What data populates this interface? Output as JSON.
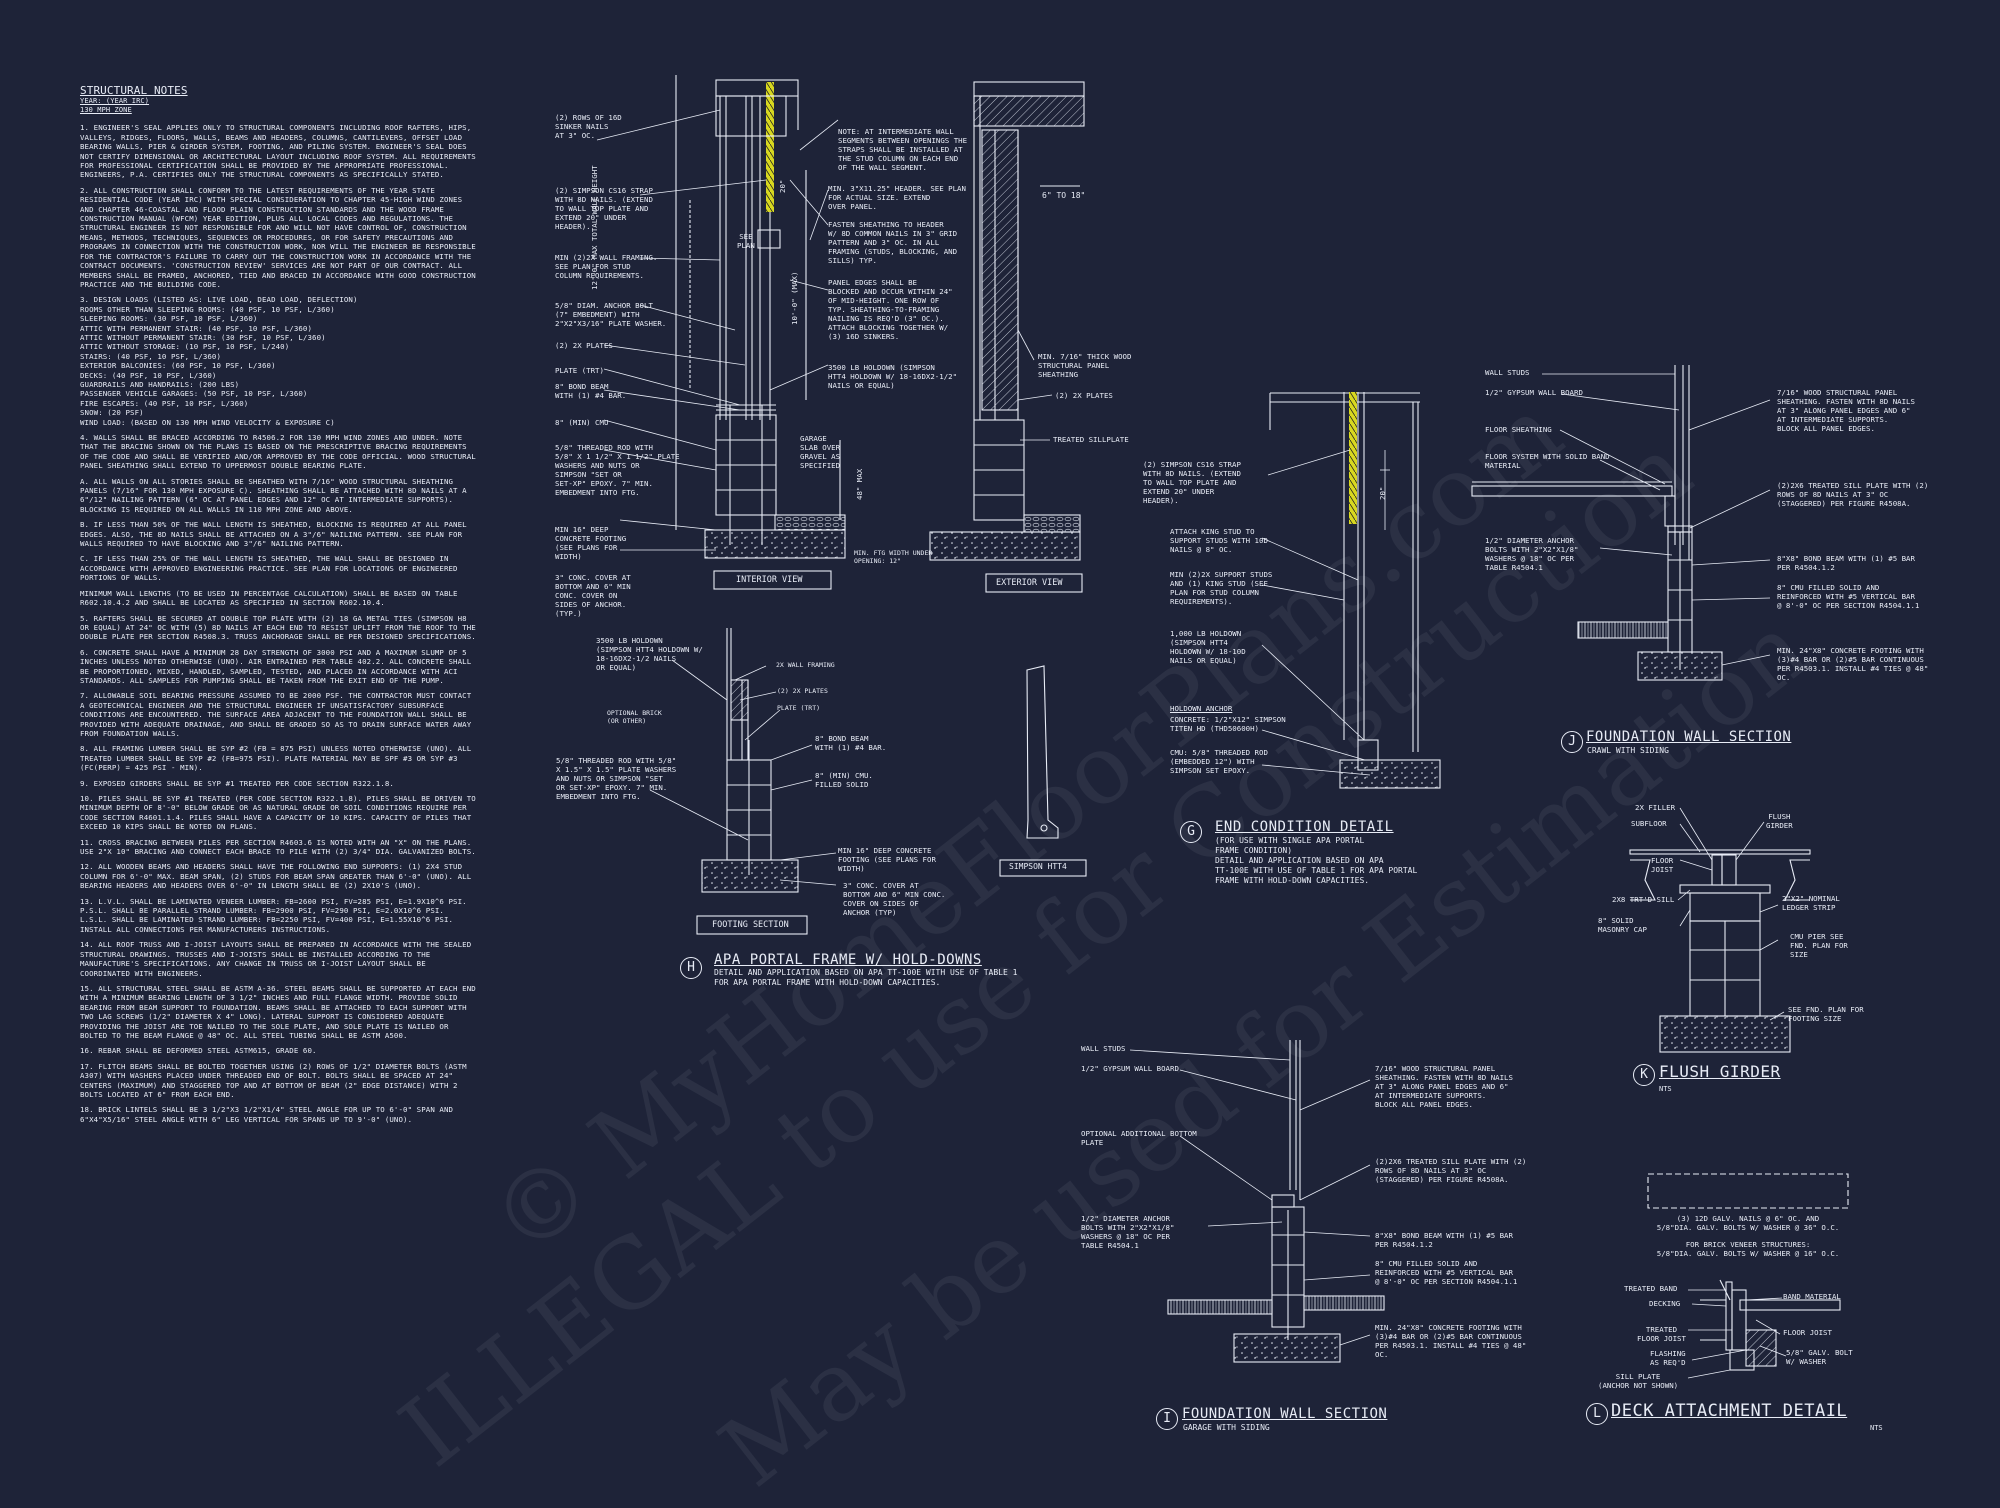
{
  "notes": {
    "heading": "STRUCTURAL NOTES",
    "year": "YEAR: (YEAR IRC)",
    "wind": "130 mph ZONE",
    "paragraphs": [
      "1. ENGINEER'S SEAL APPLIES ONLY TO STRUCTURAL COMPONENTS INCLUDING ROOF RAFTERS, HIPS, VALLEYS, RIDGES, FLOORS, WALLS, BEAMS AND HEADERS, COLUMNS, CANTILEVERS, OFFSET LOAD BEARING WALLS, PIER & GIRDER SYSTEM, FOOTING, AND PILING SYSTEM. ENGINEER'S SEAL DOES NOT CERTIFY DIMENSIONAL OR ARCHITECTURAL LAYOUT INCLUDING ROOF SYSTEM. ALL REQUIREMENTS FOR PROFESSIONAL CERTIFICATION SHALL BE PROVIDED BY THE APPROPRIATE PROFESSIONAL. ENGINEERS, P.A. CERTIFIES ONLY THE STRUCTURAL COMPONENTS AS SPECIFICALLY STATED.",
      "2. ALL CONSTRUCTION SHALL CONFORM TO THE LATEST REQUIREMENTS OF THE YEAR STATE RESIDENTIAL CODE (YEAR IRC) WITH SPECIAL CONSIDERATION TO CHAPTER 45-HIGH WIND ZONES AND CHAPTER 46-COASTAL AND FLOOD PLAIN CONSTRUCTION STANDARDS AND THE WOOD FRAME CONSTRUCTION MANUAL (WFCM) YEAR EDITION, PLUS ALL LOCAL CODES AND REGULATIONS. THE STRUCTURAL ENGINEER IS NOT RESPONSIBLE FOR AND WILL NOT HAVE CONTROL OF, CONSTRUCTION MEANS, METHODS, TECHNIQUES, SEQUENCES OR PROCEDURES, OR FOR SAFETY PRECAUTIONS AND PROGRAMS IN CONNECTION WITH THE CONSTRUCTION WORK, NOR WILL THE ENGINEER BE RESPONSIBLE FOR THE CONTRACTOR'S FAILURE TO CARRY OUT THE CONSTRUCTION WORK IN ACCORDANCE WITH THE CONTRACT DOCUMENTS. 'CONSTRUCTION REVIEW' SERVICES ARE NOT PART OF OUR CONTRACT. ALL MEMBERS SHALL BE FRAMED, ANCHORED, TIED AND BRACED IN ACCORDANCE WITH GOOD CONSTRUCTION PRACTICE AND THE BUILDING CODE.",
      "3. DESIGN LOADS (LISTED AS: LIVE LOAD, DEAD LOAD, DEFLECTION)\nROOMS OTHER THAN SLEEPING ROOMS: (40 PSF, 10 PSF, L/360)\nSLEEPING ROOMS: (30 PSF, 10 PSF, L/360)\nATTIC WITH PERMANENT STAIR: (40 PSF, 10 PSF, L/360)\nATTIC WITHOUT PERMANENT STAIR: (30 PSF, 10 PSF, L/360)\nATTIC WITHOUT STORAGE: (10 PSF, 10 PSF, L/240)\nSTAIRS: (40 PSF, 10 PSF, L/360)\nEXTERIOR BALCONIES: (60 PSF, 10 PSF, L/360)\nDECKS: (40 PSF, 10 PSF, L/360)\nGUARDRAILS AND HANDRAILS: (200 LBS)\nPASSENGER VEHICLE GARAGES: (50 PSF, 10 PSF, L/360)\nFIRE ESCAPES: (40 PSF, 10 PSF, L/360)\nSNOW: (20 PSF)\nWIND LOAD: (BASED ON 130 MPH WIND VELOCITY & EXPOSURE C)",
      "4. WALLS SHALL BE BRACED ACCORDING TO R4506.2 FOR 130 MPH WIND ZONES AND UNDER. NOTE THAT THE BRACING SHOWN ON THE PLANS IS BASED ON THE PRESCRIPTIVE BRACING REQUIREMENTS OF THE CODE AND SHALL BE VERIFIED AND/OR APPROVED BY THE CODE OFFICIAL. WOOD STRUCTURAL PANEL SHEATHING SHALL EXTEND TO UPPERMOST DOUBLE BEARING PLATE.",
      "a. ALL WALLS ON ALL STORIES SHALL BE SHEATHED WITH 7/16\" WOOD STRUCTURAL SHEATHING PANELS (7/16\" FOR 130 MPH EXPOSURE C). SHEATHING SHALL BE ATTACHED WITH 8d NAILS AT A 6\"/12\" NAILING PATTERN (6\" OC AT PANEL EDGES AND 12\" OC AT INTERMEDIATE SUPPORTS). BLOCKING IS REQUIRED ON ALL WALLS IN 110 MPH ZONE AND ABOVE.",
      "b. IF LESS THAN 50% OF THE WALL LENGTH IS SHEATHED, BLOCKING IS REQUIRED AT ALL PANEL EDGES. ALSO, THE 8d NAILS SHALL BE ATTACHED ON A 3\"/6\" NAILING PATTERN. SEE PLAN FOR WALLS REQUIRED TO HAVE BLOCKING AND 3\"/6\" NAILING PATTERN.",
      "c. IF LESS THAN 25% OF THE WALL LENGTH IS SHEATHED, THE WALL SHALL BE DESIGNED IN ACCORDANCE WITH APPROVED ENGINEERING PRACTICE. SEE PLAN FOR LOCATIONS OF ENGINEERED PORTIONS OF WALLS.",
      "MINIMUM WALL LENGTHS (TO BE USED IN PERCENTAGE CALCULATION) SHALL BE BASED ON TABLE R602.10.4.2 AND SHALL BE LOCATED AS SPECIFIED IN SECTION R602.10.4.",
      "5. RAFTERS SHALL BE SECURED AT DOUBLE TOP PLATE WITH (2) 18 GA METAL TIES (SIMPSON H8 OR EQUAL) AT 24\" OC WITH (5) 8d NAILS AT EACH END TO RESIST UPLIFT FROM THE ROOF TO THE DOUBLE PLATE PER SECTION R4508.3. TRUSS ANCHORAGE SHALL BE PER DESIGNED SPECIFICATIONS.",
      "6. CONCRETE SHALL HAVE A MINIMUM 28 DAY STRENGTH OF 3000 PSI AND A MAXIMUM SLUMP OF 5 INCHES UNLESS NOTED OTHERWISE (UNO). AIR ENTRAINED PER TABLE 402.2. ALL CONCRETE SHALL BE PROPORTIONED, MIXED, HANDLED, SAMPLED, TESTED, AND PLACED IN ACCORDANCE WITH ACI STANDARDS. ALL SAMPLES FOR PUMPING SHALL BE TAKEN FROM THE EXIT END OF THE PUMP.",
      "7. ALLOWABLE SOIL BEARING PRESSURE ASSUMED TO BE 2000 PSF. THE CONTRACTOR MUST CONTACT A GEOTECHNICAL ENGINEER AND THE STRUCTURAL ENGINEER IF UNSATISFACTORY SUBSURFACE CONDITIONS ARE ENCOUNTERED. THE SURFACE AREA ADJACENT TO THE FOUNDATION WALL SHALL BE PROVIDED WITH ADEQUATE DRAINAGE, AND SHALL BE GRADED SO AS TO DRAIN SURFACE WATER AWAY FROM FOUNDATION WALLS.",
      "8. ALL FRAMING LUMBER SHALL BE SYP #2 (Fb = 875 PSI) UNLESS NOTED OTHERWISE (UNO). ALL TREATED LUMBER SHALL BE SYP #2 (Fb=975 PSI). PLATE MATERIAL MAY BE SPF #3 OR SYP #3 (Fc(perp) = 425 PSI - MIN).",
      "9. EXPOSED GIRDERS SHALL BE SYP #1 TREATED PER CODE SECTION R322.1.8.",
      "10. PILES SHALL BE SYP #1 TREATED (PER CODE SECTION R322.1.8). PILES SHALL BE DRIVEN TO MINIMUM DEPTH OF 8'-0\" BELOW GRADE OR AS NATURAL GRADE OR SOIL CONDITIONS REQUIRE PER CODE SECTION R4601.1.4. PILES SHALL HAVE A CAPACITY OF 10 KIPS. CAPACITY OF PILES THAT EXCEED 10 KIPS SHALL BE NOTED ON PLANS.",
      "11. CROSS BRACING BETWEEN PILES PER SECTION R4603.6 IS NOTED WITH AN \"X\" ON THE PLANS. USE 2\"x 10\" BRACING AND CONNECT EACH BRACE TO PILE WITH (2) 3/4\" DIA. GALVANIZED BOLTS.",
      "12. ALL WOODEN BEAMS AND HEADERS SHALL HAVE THE FOLLOWING END SUPPORTS: (1) 2x4 STUD COLUMN FOR 6'-0\" MAX. BEAM SPAN, (2) STUDS FOR BEAM SPAN GREATER THAN 6'-0\" (UNO). ALL BEARING HEADERS AND HEADERS OVER 6'-0\" IN LENGTH SHALL BE (2) 2x10's (UNO).",
      "13. L.V.L. SHALL BE LAMINATED VENEER LUMBER: Fb=2600 PSI, Fv=285 PSI, E=1.9x10^6 PSI.\nP.S.L. SHALL BE PARALLEL STRAND LUMBER: Fb=2900 PSI, Fv=290 PSI, E=2.0x10^6 PSI.\nL.S.L. SHALL BE LAMINATED STRAND LUMBER: Fb=2250 PSI, Fv=400 PSI, E=1.55x10^6 PSI. INSTALL ALL CONNECTIONS PER MANUFACTURERS INSTRUCTIONS.",
      "14. ALL ROOF TRUSS AND I-JOIST LAYOUTS SHALL BE PREPARED IN ACCORDANCE WITH THE SEALED STRUCTURAL DRAWINGS. TRUSSES AND I-JOISTS SHALL BE INSTALLED ACCORDING TO THE MANUFACTURE'S SPECIFICATIONS. ANY CHANGE IN TRUSS OR I-JOIST LAYOUT SHALL BE COORDINATED WITH ENGINEERS.",
      "15. ALL STRUCTURAL STEEL SHALL BE ASTM A-36. STEEL BEAMS SHALL BE SUPPORTED AT EACH END WITH A MINIMUM BEARING LENGTH OF 3 1/2\" INCHES AND FULL FLANGE WIDTH. PROVIDE SOLID BEARING FROM BEAM SUPPORT TO FOUNDATION. BEAMS SHALL BE ATTACHED TO EACH SUPPORT WITH TWO LAG SCREWS (1/2\" DIAMETER x 4\" LONG). LATERAL SUPPORT IS CONSIDERED ADEQUATE PROVIDING THE JOIST ARE TOE NAILED TO THE SOLE PLATE, AND SOLE PLATE IS NAILED OR BOLTED TO THE BEAM FLANGE @ 48\" OC. ALL STEEL TUBING SHALL BE ASTM A500.",
      "16. REBAR SHALL BE DEFORMED STEEL ASTM615, GRADE 60.",
      "17. FLITCH BEAMS SHALL BE BOLTED TOGETHER USING (2) ROWS OF 1/2\" DIAMETER BOLTS (ASTM A307) WITH WASHERS PLACED UNDER THREADED END OF BOLT. BOLTS SHALL BE SPACED AT 24\" CENTERS (MAXIMUM) AND STAGGERED TOP AND AT BOTTOM OF BEAM (2\" EDGE DISTANCE) WITH 2 BOLTS LOCATED AT 6\" FROM EACH END.",
      "18. BRICK LINTELS SHALL BE 3 1/2\"x3 1/2\"x1/4\" STEEL ANGLE FOR UP TO 6'-0\" SPAN AND 6\"x4\"x5/16\" STEEL ANGLE WITH 6\" LEG VERTICAL FOR SPANS UP TO 9'-0\" (UNO)."
    ]
  },
  "details": {
    "H": {
      "letter": "H",
      "title": "APA PORTAL FRAME W/ HOLD-DOWNS",
      "subtitle": "DETAIL AND APPLICATION BASED ON APA TT-100E WITH USE OF TABLE 1\nFOR APA PORTAL FRAME WITH HOLD-DOWN CAPACITIES.",
      "interior_view": "INTERIOR VIEW",
      "exterior_view": "EXTERIOR VIEW",
      "footing_section": "FOOTING SECTION",
      "simpson": "SIMPSON HTT4",
      "labels": {
        "sinker": "(2) ROWS OF 16d\nSINKER NAILS\nAT 3\" OC.",
        "strap": "(2) SIMPSON CS16 STRAP\nWITH 8d NAILS. (EXTEND\nTO WALL TOP PLATE AND\nEXTEND 20\" UNDER\nHEADER).",
        "framing": "MIN (2)2X WALL FRAMING.\nSEE PLAN FOR STUD\nCOLUMN REQUIREMENTS.",
        "anchor": "5/8\" DIAM. ANCHOR BOLT\n(7\" EMBEDMENT) WITH\n2\"x2\"x3/16\" PLATE WASHER.",
        "plates2x": "(2) 2x PLATES",
        "plate_trt": "PLATE (TRT)",
        "bond_beam": "8\" BOND BEAM\nWITH (1) #4 BAR.",
        "cmu": "8\" (MIN) CMU",
        "rod": "5/8\" THREADED ROD WITH\n5/8\" x 1 1/2\" x 1 1/2\" PLATE\nWASHERS AND NUTS OR\nSIMPSON \"SET OR\nSET-XP\" EPOXY. 7\" MIN.\nEMBEDMENT INTO FTG.",
        "footing": "MIN 16\" DEEP\nCONCRETE FOOTING\n(SEE PLANS FOR\nWIDTH)",
        "cover": "3\" CONC. COVER AT\nBOTTOM AND 6\" MIN\nCONC. COVER ON\nSIDES OF ANCHOR.\n(TYP.)",
        "see_plan": "SEE\nPLAN",
        "total_wall": "12'-0\" MAX TOTAL WALL HEIGHT",
        "ten_max": "10'-0\" (MAX)",
        "twenty": "20\"",
        "forty_eight": "48\" MAX",
        "garage": "GARAGE\nSLAB OVER\nGRAVEL AS\nSPECIFIED",
        "note_int": "NOTE: AT INTERMEDIATE WALL\nSEGMENTS BETWEEN OPENINGS THE\nSTRAPS SHALL BE INSTALLED AT\nTHE STUD COLUMN ON EACH END\nOF THE WALL SEGMENT.",
        "header": "MIN. 3\"x11.25\" HEADER. SEE PLAN\nFOR ACTUAL SIZE. EXTEND\nOVER PANEL.",
        "fasten": "FASTEN SHEATHING TO HEADER\nW/ 8d COMMON NAILS IN 3\" GRID\nPATTERN AND 3\" OC. IN ALL\nFRAMING (STUDS, BLOCKING, AND\nSILLS) TYP.",
        "panel_edges": "PANEL EDGES SHALL BE\nBLOCKED AND OCCUR WITHIN 24\"\nOF MID-HEIGHT. ONE ROW OF\nTYP. SHEATHING-TO-FRAMING\nNAILING IS REQ'D (3\" OC.).\nATTACH BLOCKING TOGETHER W/\n(3) 16d SINKERS.",
        "holdown": "3500 LB HOLDOWN (SIMPSON\nHTT4 HOLDOWN W/ 18-16dx2-1/2\"\nNAILS OR EQUAL)",
        "six_to_18": "6\" TO 18\"",
        "osb": "MIN. 7/16\" THICK WOOD\nSTRUCTURAL PANEL\nSHEATHING",
        "plates2x_b": "(2) 2x PLATES",
        "treated_sill": "TREATED SILLPLATE",
        "ftg_width": "MIN. FTG WIDTH UNDER\nOPENING: 12\"",
        "hd_foot": "3500 LB HOLDOWN\n(SIMPSON HTT4 HOLDOWN W/\n18-16dx2-1/2 NAILS\nOR EQUAL)",
        "brick": "OPTIONAL BRICK\n(OR OTHER)",
        "wall_framing_2x": "2X WALL FRAMING",
        "plates_2x_f": "(2) 2X PLATES",
        "plate_trt_f": "PLATE (TRT)",
        "bond_beam_f": "8\" BOND BEAM\nWITH (1) #4 BAR.",
        "cmu_f": "8\" (MIN) CMU.\nFILLED SOLID",
        "rod_f": "5/8\" THREADED ROD WITH 5/8\"\nx 1.5\" x 1.5\" PLATE WASHERS\nAND NUTS OR SIMPSON \"SET\nOR SET-XP\" EPOXY. 7\" MIN.\nEMBEDMENT INTO FTG.",
        "footing_f": "MIN 16\" DEEP CONCRETE\nFOOTING (SEE PLANS FOR\nWIDTH)",
        "cover_f": "3\" CONC. COVER AT\nBOTTOM AND 6\" MIN CONC.\nCOVER ON SIDES OF\nANCHOR (TYP)"
      }
    },
    "G": {
      "letter": "G",
      "title": "END CONDITION DETAIL",
      "subtitle": "(FOR USE WITH SINGLE APA PORTAL\nFRAME CONDITION)\nDETAIL AND APPLICATION BASED ON APA\nTT-100E WITH USE OF TABLE 1 FOR APA PORTAL\nFRAME WITH HOLD-DOWN CAPACITIES.",
      "labels": {
        "strap": "(2) SIMPSON CS16 STRAP\nWITH 8d NAILS. (EXTEND\nTO WALL TOP PLATE AND\nEXTEND 20\" UNDER\nHEADER).",
        "king": "ATTACH KING STUD TO\nSUPPORT STUDS WITH 10d\nNAILS @ 8\" OC.",
        "support": "MIN (2)2X SUPPORT STUDS\nAND (1) KING STUD (SEE\nPLAN FOR STUD COLUMN\nREQUIREMENTS).",
        "holdown": "1,000 LB HOLDOWN\n(SIMPSON HTT4\nHOLDOWN W/ 18-10d\nNAILS OR EQUAL)",
        "ha_title": "HOLDOWN ANCHOR",
        "ha_text": "CONCRETE: 1/2\"x12\" SIMPSON\nTITEN HD (THD50600H)",
        "cmu": "CMU: 5/8\" THREADED ROD\n(EMBEDDED 12\") WITH\nSIMPSON SET EPOXY.",
        "twenty": "20\""
      }
    },
    "J": {
      "letter": "J",
      "title": "FOUNDATION WALL SECTION",
      "subtitle": "CRAWL WITH SIDING",
      "labels": {
        "wall_studs": "WALL STUDS",
        "gyp": "1/2\" GYPSUM WALL BOARD",
        "floor_sheathing": "FLOOR SHEATHING",
        "floor_system": "FLOOR SYSTEM WITH SOLID BAND\nMATERIAL",
        "anchor": "1/2\" DIAMETER ANCHOR\nBOLTS WITH 2\"x2\"x1/8\"\nWASHERS @ 18\" OC PER\nTABLE R4504.1",
        "panel": "7/16\" WOOD STRUCTURAL PANEL\nSHEATHING. FASTEN WITH 8d NAILS\nAT 3\" ALONG PANEL EDGES AND 6\"\nAT INTERMEDIATE SUPPORTS.\nBLOCK ALL PANEL EDGES.",
        "sill": "(2)2x6 TREATED SILL PLATE WITH (2)\nROWS OF 8d NAILS AT 3\" OC\n(STAGGERED) PER FIGURE R4508A.",
        "bond": "8\"x8\" BOND BEAM WITH (1) #5 BAR\nPER R4504.1.2",
        "cmu": "8\" CMU FILLED SOLID AND\nREINFORCED WITH #5 VERTICAL BAR\n@ 8'-0\" OC PER SECTION R4504.1.1",
        "footing": "MIN. 24\"x8\" CONCRETE FOOTING WITH\n(3)#4 BAR OR (2)#5 BAR CONTINUOUS\nPER R4503.1. INSTALL #4 TIES @ 48\"\nOC."
      }
    },
    "K": {
      "letter": "K",
      "title": "FLUSH GIRDER",
      "nts": "NTS",
      "labels": {
        "filler": "2X FILLER",
        "subfloor": "SUBFLOOR",
        "joist": "FLOOR\nJOIST",
        "flush": "FLUSH\nGIRDER",
        "sill": "2X8 TRT'D SILL",
        "cap": "8\" SOLID\nMASONRY CAP",
        "ledger": "2\"X2\" NOMINAL\nLEDGER STRIP",
        "pier": "CMU PIER SEE\nFND. PLAN FOR\nSIZE",
        "fnd": "SEE FND. PLAN FOR\nFOOTING SIZE"
      }
    },
    "I": {
      "letter": "I",
      "title": "FOUNDATION WALL SECTION",
      "subtitle": "GARAGE WITH SIDING",
      "labels": {
        "wall_studs": "WALL STUDS",
        "gyp": "1/2\" GYPSUM WALL BOARD",
        "optional": "OPTIONAL ADDITIONAL BOTTOM\nPLATE",
        "anchor": "1/2\" DIAMETER ANCHOR\nBOLTS WITH 2\"x2\"x1/8\"\nWASHERS @ 18\" OC PER\nTABLE R4504.1",
        "panel": "7/16\" WOOD STRUCTURAL PANEL\nSHEATHING. FASTEN WITH 8d NAILS\nAT 3\" ALONG PANEL EDGES AND 6\"\nAT INTERMEDIATE SUPPORTS.\nBLOCK ALL PANEL EDGES.",
        "sill": "(2)2x6 TREATED SILL PLATE WITH (2)\nROWS OF 8d NAILS AT 3\" OC\n(STAGGERED) PER FIGURE R4508A.",
        "bond": "8\"x8\" BOND BEAM WITH (1) #5 BAR\nPER R4504.1.2",
        "cmu": "8\" CMU FILLED SOLID AND\nREINFORCED WITH #5 VERTICAL BAR\n@ 8'-0\" OC PER SECTION R4504.1.1",
        "footing": "MIN. 24\"x8\" CONCRETE FOOTING WITH\n(3)#4 BAR OR (2)#5 BAR CONTINUOUS\nPER R4503.1. INSTALL #4 TIES @ 48\"\nOC."
      }
    },
    "L": {
      "letter": "L",
      "title": "DECK ATTACHMENT DETAIL",
      "nts": "NTS",
      "labels": {
        "nails": "(3) 12d GALV. NAILS @ 6\" OC. AND\n5/8\"dia. GALV. BOLTS W/ WASHER @ 36\" O.C.",
        "brick": "FOR BRICK VENEER STRUCTURES:\n5/8\"dia. GALV. BOLTS W/ WASHER @ 16\" O.C.",
        "treated_band": "TREATED BAND",
        "decking": "DECKING",
        "treated_joist": "TREATED\nFLOOR JOIST",
        "flashing": "FLASHING\nAS REQ'D",
        "sill_plate": "SILL PLATE\n(ANCHOR NOT SHOWN)",
        "band": "BAND MATERIAL",
        "floor_joist": "FLOOR JOIST",
        "bolt": "5/8\" GALV. BOLT\nW/ WASHER"
      }
    }
  },
  "watermark": {
    "line1": "ILLEGAL to use for Construction",
    "line2": "© MyHomeFloorPlans.com",
    "line3": "May be used for Estimation"
  },
  "colors": {
    "background": "#1e2338",
    "linework": "#e8ecf6",
    "highlight": "#d8d820"
  }
}
